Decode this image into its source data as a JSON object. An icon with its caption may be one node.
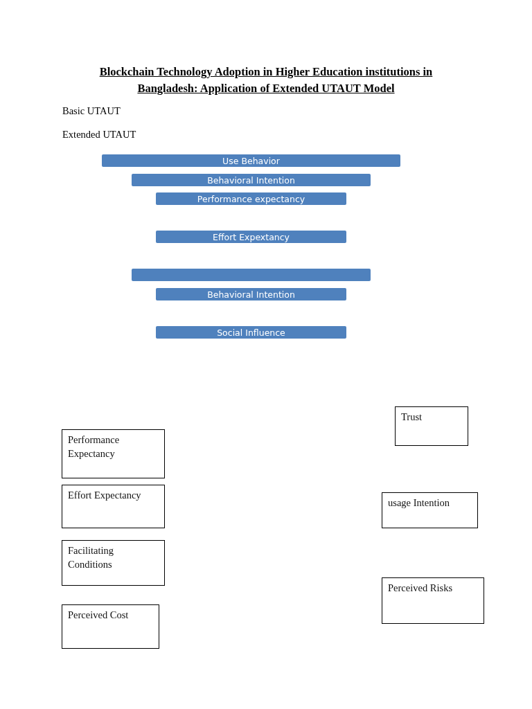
{
  "diagram": {
    "title": "Blockchain Technology Adoption in Higher Education institutions in Bangladesh: Application of Extended UTAUT Model",
    "nodes": [
      {
        "text": [
          "Use Behavior"
        ]
      },
      {
        "text": [
          "Behavioral Intention"
        ]
      },
      {
        "text": [
          "Performance expectancy"
        ]
      },
      {
        "text": [
          "Effort Expextancy"
        ]
      },
      {
        "text": [],
        "shape": "bar"
      },
      {
        "text": [
          "Behavioral Intention"
        ]
      },
      {
        "text": [
          "Social Influence"
        ]
      },
      {
        "text": [
          "Trust"
        ]
      },
      {
        "text": [
          "Performance Expectancy"
        ]
      },
      {
        "text": [
          "Effort Expectancy"
        ]
      },
      {
        "text": [
          "usage Intention"
        ]
      },
      {
        "text": [
          "Facilitating Conditions"
        ]
      },
      {
        "text": [
          "Perceived Risks"
        ]
      },
      {
        "text": [
          "Perceived Cost"
        ]
      }
    ],
    "edges": [],
    "labels": [
      "Basic UTAUT",
      "Extended UTAUT"
    ]
  }
}
